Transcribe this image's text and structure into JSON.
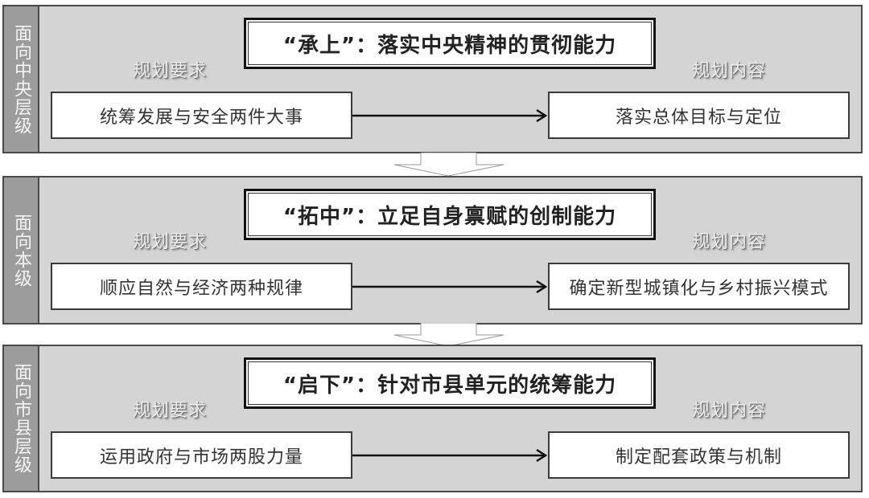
{
  "colors": {
    "panel_bg": "#d4d4d4",
    "side_bg": "#9c9c9c",
    "border": "#4a4a4a",
    "box_bg": "#ffffff",
    "text": "#333333"
  },
  "levels": [
    {
      "side_label": "面向中央层级",
      "title": "“承上”：落实中央精神的贯彻能力",
      "requirement_label": "规划要求",
      "content_label": "规划内容",
      "requirement": "统筹发展与安全两件大事",
      "content": "落实总体目标与定位"
    },
    {
      "side_label": "面向本级",
      "title": "“拓中”：立足自身禀赋的创制能力",
      "requirement_label": "规划要求",
      "content_label": "规划内容",
      "requirement": "顺应自然与经济两种规律",
      "content": "确定新型城镇化与乡村振兴模式"
    },
    {
      "side_label": "面向市县层级",
      "title": "“启下”：针对市县单元的统筹能力",
      "requirement_label": "规划要求",
      "content_label": "规划内容",
      "requirement": "运用政府与市场两股力量",
      "content": "制定配套政策与机制"
    }
  ],
  "flow_arrows": [
    "down-arrow",
    "down-arrow"
  ]
}
